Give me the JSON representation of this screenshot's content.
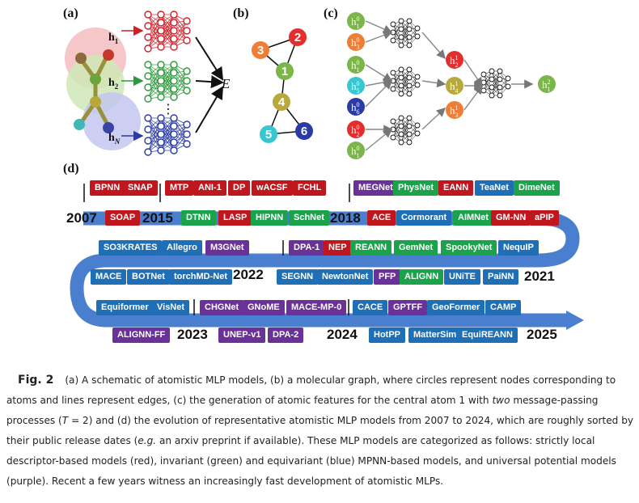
{
  "panels": {
    "a": {
      "label": "(a)",
      "features": [
        "h",
        "h",
        "h"
      ],
      "feature_subs": [
        "1",
        "2",
        "N"
      ],
      "dots": "⋮",
      "output": "E"
    },
    "b": {
      "label": "(b)",
      "nodes": [
        {
          "id": "1",
          "color": "#7ab648"
        },
        {
          "id": "2",
          "color": "#e52d2d"
        },
        {
          "id": "3",
          "color": "#ef7d36"
        },
        {
          "id": "4",
          "color": "#b9a93d"
        },
        {
          "id": "5",
          "color": "#38c6d2"
        },
        {
          "id": "6",
          "color": "#2a3aa6"
        }
      ]
    },
    "c": {
      "label": "(c)",
      "inputs": [
        {
          "sub": "1",
          "sup": "0",
          "color": "#7ab648"
        },
        {
          "sub": "3",
          "sup": "0",
          "color": "#ef7d36"
        },
        {
          "sub": "1",
          "sup": "0",
          "color": "#7ab648"
        },
        {
          "sub": "5",
          "sup": "0",
          "color": "#38c6d2"
        },
        {
          "sub": "6",
          "sup": "0",
          "color": "#2a3aa6"
        },
        {
          "sub": "2",
          "sup": "0",
          "color": "#e52d2d"
        },
        {
          "sub": "1",
          "sup": "0",
          "color": "#7ab648"
        }
      ],
      "middle": [
        {
          "sub": "2",
          "sup": "1",
          "color": "#e52d2d"
        },
        {
          "sub": "4",
          "sup": "1",
          "color": "#b9a93d"
        },
        {
          "sub": "3",
          "sup": "1",
          "color": "#ef7d36"
        }
      ],
      "output": {
        "sub": "1",
        "sup": "2",
        "color": "#7ab648"
      }
    },
    "d": {
      "label": "(d)",
      "years": [
        "2007",
        "2015",
        "2018",
        "2022",
        "2021",
        "2023",
        "2024",
        "2025"
      ],
      "models": [
        {
          "name": "BPNN",
          "color": "red"
        },
        {
          "name": "SNAP",
          "color": "red"
        },
        {
          "name": "MTP",
          "color": "red"
        },
        {
          "name": "ANI-1",
          "color": "red"
        },
        {
          "name": "DP",
          "color": "red"
        },
        {
          "name": "wACSF",
          "color": "red"
        },
        {
          "name": "FCHL",
          "color": "red"
        },
        {
          "name": "MEGNet",
          "color": "purple"
        },
        {
          "name": "PhysNet",
          "color": "green"
        },
        {
          "name": "EANN",
          "color": "red"
        },
        {
          "name": "TeaNet",
          "color": "blue"
        },
        {
          "name": "DimeNet",
          "color": "green"
        },
        {
          "name": "SOAP",
          "color": "red"
        },
        {
          "name": "DTNN",
          "color": "green"
        },
        {
          "name": "LASP",
          "color": "red"
        },
        {
          "name": "HIPNN",
          "color": "green"
        },
        {
          "name": "SchNet",
          "color": "green"
        },
        {
          "name": "ACE",
          "color": "red"
        },
        {
          "name": "Cormorant",
          "color": "blue"
        },
        {
          "name": "AIMNet",
          "color": "green"
        },
        {
          "name": "GM-NN",
          "color": "red"
        },
        {
          "name": "aPIP",
          "color": "red"
        },
        {
          "name": "SO3KRATES",
          "color": "blue"
        },
        {
          "name": "Allegro",
          "color": "blue"
        },
        {
          "name": "M3GNet",
          "color": "purple"
        },
        {
          "name": "DPA-1",
          "color": "purple"
        },
        {
          "name": "NEP",
          "color": "red"
        },
        {
          "name": "REANN",
          "color": "green"
        },
        {
          "name": "GemNet",
          "color": "green"
        },
        {
          "name": "SpookyNet",
          "color": "green"
        },
        {
          "name": "NequIP",
          "color": "blue"
        },
        {
          "name": "MACE",
          "color": "blue"
        },
        {
          "name": "BOTNet",
          "color": "blue"
        },
        {
          "name": "torchMD-Net",
          "color": "blue"
        },
        {
          "name": "SEGNN",
          "color": "blue"
        },
        {
          "name": "NewtonNet",
          "color": "blue"
        },
        {
          "name": "PFP",
          "color": "purple"
        },
        {
          "name": "ALIGNN",
          "color": "green"
        },
        {
          "name": "UNiTE",
          "color": "blue"
        },
        {
          "name": "PaiNN",
          "color": "blue"
        },
        {
          "name": "Equiformer",
          "color": "blue"
        },
        {
          "name": "VisNet",
          "color": "blue"
        },
        {
          "name": "CHGNet",
          "color": "purple"
        },
        {
          "name": "GNoME",
          "color": "purple"
        },
        {
          "name": "MACE-MP-0",
          "color": "purple"
        },
        {
          "name": "CACE",
          "color": "blue"
        },
        {
          "name": "GPTFF",
          "color": "purple"
        },
        {
          "name": "GeoFormer",
          "color": "blue"
        },
        {
          "name": "CAMP",
          "color": "blue"
        },
        {
          "name": "ALIGNN-FF",
          "color": "purple"
        },
        {
          "name": "UNEP-v1",
          "color": "purple"
        },
        {
          "name": "DPA-2",
          "color": "purple"
        },
        {
          "name": "HotPP",
          "color": "blue"
        },
        {
          "name": "MatterSim",
          "color": "blue"
        },
        {
          "name": "EquiREANN",
          "color": "blue"
        }
      ]
    }
  },
  "caption": {
    "lead": "Fig. 2",
    "p1": "(a) A schematic of atomistic MLP models, (b) a molecular graph, where circles represent nodes corresponding to atoms and lines represent edges, (c) the generation of atomic features for the central atom 1 with ",
    "p1_italic": "two",
    "p2": " message-passing processes (",
    "p2_italic": "T",
    "p3": " = 2) and (d) the evolution of representative atomistic MLP models from 2007 to 2024, which are roughly sorted by their public release dates (",
    "p3_italic": "e.g.",
    "p4": " an arxiv preprint if available). These MLP models are categorized as follows: strictly local descriptor-based models (red), invariant (green) and equivariant (blue) MPNN-based models, and universal potential models (purple). Recent a few years witness an increasingly fast development of atomistic MLPs."
  }
}
